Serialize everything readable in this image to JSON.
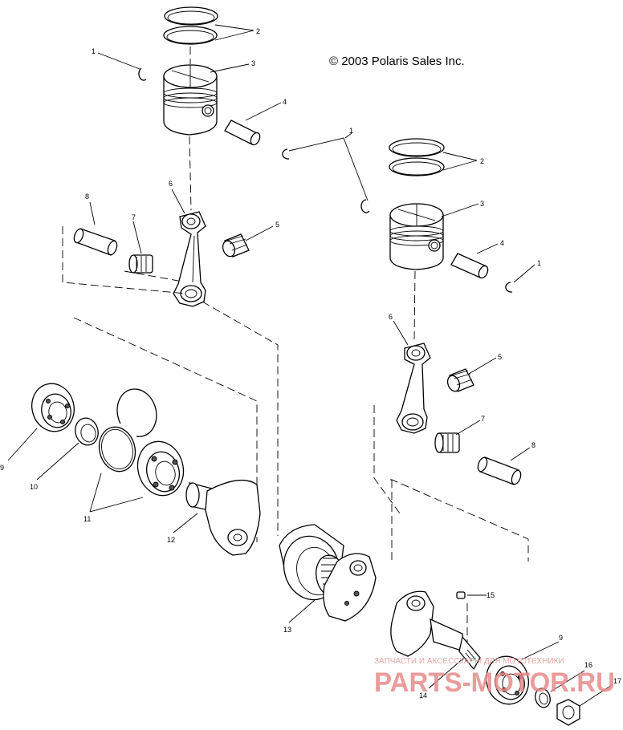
{
  "copyright": "© 2003 Polaris Sales Inc.",
  "watermark": {
    "tagline": "ЗАПЧАСТИ И АКСЕССУАРЫ ДЛЯ МОТОТЕХНИКИ",
    "brand": "PARTS-MOTOR.RU"
  },
  "callouts": [
    {
      "id": "c1a",
      "text": "1"
    },
    {
      "id": "c2a",
      "text": "2"
    },
    {
      "id": "c3a",
      "text": "3"
    },
    {
      "id": "c4a",
      "text": "4"
    },
    {
      "id": "c1b",
      "text": "1"
    },
    {
      "id": "c2b",
      "text": "2"
    },
    {
      "id": "c6a",
      "text": "6"
    },
    {
      "id": "c8a",
      "text": "8"
    },
    {
      "id": "c7a",
      "text": "7"
    },
    {
      "id": "c5a",
      "text": "5"
    },
    {
      "id": "c3b",
      "text": "3"
    },
    {
      "id": "c4b",
      "text": "4"
    },
    {
      "id": "c1c",
      "text": "1"
    },
    {
      "id": "c6b",
      "text": "6"
    },
    {
      "id": "c5b",
      "text": "5"
    },
    {
      "id": "c7b",
      "text": "7"
    },
    {
      "id": "c8b",
      "text": "8"
    },
    {
      "id": "c9a",
      "text": "9"
    },
    {
      "id": "c10",
      "text": "10"
    },
    {
      "id": "c11",
      "text": "11"
    },
    {
      "id": "c12",
      "text": "12"
    },
    {
      "id": "c13",
      "text": "13"
    },
    {
      "id": "c15",
      "text": "15"
    },
    {
      "id": "c9b",
      "text": "9"
    },
    {
      "id": "c16",
      "text": "16"
    },
    {
      "id": "c17",
      "text": "17"
    },
    {
      "id": "c14",
      "text": "14"
    }
  ]
}
